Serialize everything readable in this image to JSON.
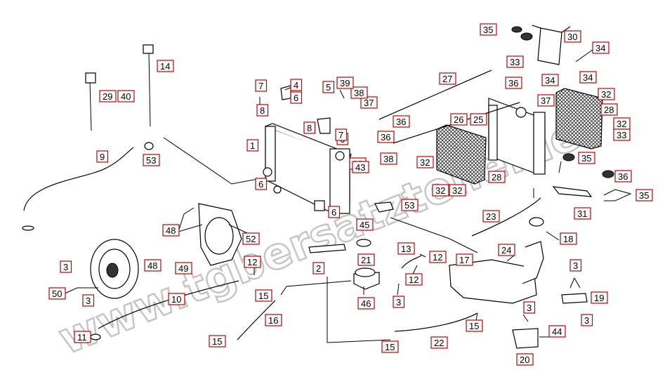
{
  "watermark": "www.tgbersatzteile.de",
  "labels": [
    "1",
    "2",
    "3",
    "3",
    "3",
    "3",
    "3",
    "3",
    "4",
    "5",
    "6",
    "6",
    "6",
    "6",
    "7",
    "7",
    "8",
    "8",
    "9",
    "10",
    "11",
    "12",
    "12",
    "12",
    "13",
    "14",
    "15",
    "15",
    "15",
    "15",
    "16",
    "17",
    "18",
    "19",
    "20",
    "21",
    "22",
    "23",
    "24",
    "25",
    "26",
    "27",
    "28",
    "28",
    "29",
    "40",
    "30",
    "31",
    "32",
    "32",
    "32",
    "32",
    "32",
    "33",
    "33",
    "34",
    "34",
    "34",
    "35",
    "35",
    "35",
    "36",
    "36",
    "36",
    "36",
    "37",
    "37",
    "38",
    "38",
    "39",
    "39",
    "43",
    "44",
    "45",
    "46",
    "48",
    "48",
    "49",
    "50",
    "52",
    "53",
    "53"
  ],
  "colors": {
    "label_border": "#c00000",
    "watermark": "#bcbcbc",
    "line": "#000000"
  }
}
